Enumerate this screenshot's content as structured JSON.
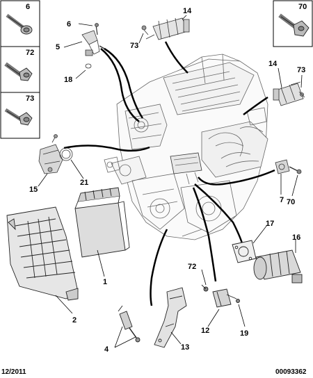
{
  "legend_left": [
    {
      "label": "6"
    },
    {
      "label": "72"
    },
    {
      "label": "73"
    }
  ],
  "legend_right": {
    "label": "70"
  },
  "callouts": {
    "c14a": "14",
    "c6": "6",
    "c5": "5",
    "c73a": "73",
    "c18": "18",
    "c14b": "14",
    "c73b": "73",
    "c15": "15",
    "c21": "21",
    "c7": "7",
    "c70": "70",
    "c17": "17",
    "c16": "16",
    "c1": "1",
    "c2": "2",
    "c72": "72",
    "c12": "12",
    "c19": "19",
    "c4": "4",
    "c13": "13"
  },
  "footer": {
    "date": "12/2011",
    "ref": "00093362"
  }
}
